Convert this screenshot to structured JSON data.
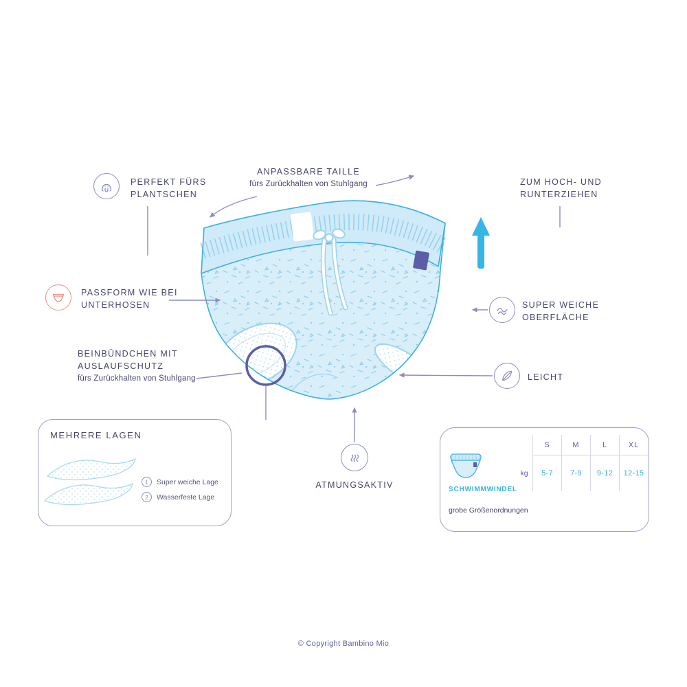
{
  "callouts": {
    "plantschen": {
      "label": "PERFEKT FÜRS\nPLANTSCHEN"
    },
    "taille": {
      "label": "ANPASSBARE TAILLE",
      "sub": "fürs Zurückhalten von Stuhlgang"
    },
    "hoch_runter": {
      "label": "ZUM HOCH- UND\nRUNTERZIEHEN"
    },
    "passform": {
      "label": "PASSFORM WIE BEI\nUNTERHOSEN"
    },
    "beinbuendchen": {
      "label": "BEINBÜNDCHEN MIT\nAUSLAUFSCHUTZ",
      "sub": "fürs Zurückhalten von Stuhlgang"
    },
    "oberflaeche": {
      "label": "SUPER WEICHE\nOBERFLÄCHE"
    },
    "leicht": {
      "label": "LEICHT"
    },
    "atmungsaktiv": {
      "label": "ATMUNGSAKTIV"
    }
  },
  "layers_box": {
    "title": "MEHRERE LAGEN",
    "items": [
      {
        "num": "1",
        "label": "Super weiche Lage"
      },
      {
        "num": "2",
        "label": "Wasserfeste Lage"
      }
    ]
  },
  "size_box": {
    "product": "SCHWIMMWINDEL",
    "note": "grobe Größenordnungen",
    "unit": "kg",
    "sizes": [
      "S",
      "M",
      "L",
      "XL"
    ],
    "weights": [
      "5-7",
      "7-9",
      "9-12",
      "12-15"
    ]
  },
  "footer": {
    "copyright": "© Copyright Bambino Mio"
  },
  "colors": {
    "accent_purple": "#5b5ea6",
    "line_purple": "#8b8cc7",
    "diaper_fill": "#d8eef9",
    "diaper_outline": "#3db0e4",
    "arrow_cyan": "#36b5e6",
    "salmon": "#ef9180",
    "text_dark": "#46466e",
    "value_blue": "#3ba9de"
  }
}
